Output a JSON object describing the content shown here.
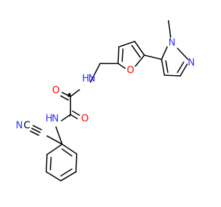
{
  "colors": {
    "bond": "#000000",
    "carbon": "#000000",
    "nitrogen": "#3333ff",
    "oxygen": "#ff0000"
  },
  "atoms": {
    "n_methyl_pyrazole": "N",
    "n2_pyrazole": "N",
    "o_furan": "O",
    "nh_amide_top": "H",
    "n_amide_top": "N",
    "o_carbonyl_top": "O",
    "o_carbonyl_bottom": "O",
    "nh_amide_bottom": "H",
    "n_amide_bottom": "N",
    "c_nitrile": "C",
    "n_nitrile": "N"
  }
}
